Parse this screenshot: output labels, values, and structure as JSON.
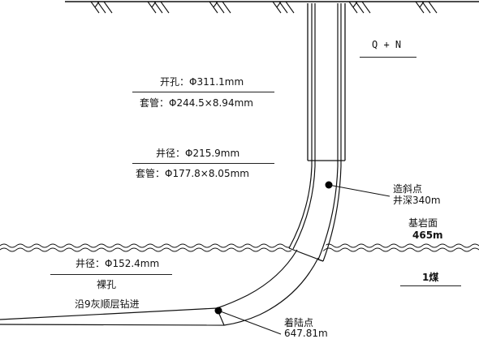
{
  "diagram": {
    "formation": {
      "top_unit": "Q + N",
      "bedrock_surface_label": "基岩面",
      "bedrock_surface_depth": "465m",
      "coal_seam": "1煤"
    },
    "section_1": {
      "hole_label": "开孔：Φ311.1mm",
      "casing_label": "套管：Φ244.5×8.94mm"
    },
    "section_2": {
      "bore_label": "井径：Φ215.9mm",
      "casing_label": "套管：Φ177.8×8.05mm"
    },
    "section_3": {
      "bore_label": "井径：Φ152.4mm",
      "completion_label": "裸孔",
      "drilling_label": "沿9灰顺层钻进"
    },
    "kickoff_point": {
      "name": "造斜点",
      "depth": "井深340m"
    },
    "landing_point": {
      "name": "着陆点",
      "depth": "647.81m"
    },
    "colors": {
      "line": "#111111",
      "marker": "#000000",
      "background": "#ffffff"
    }
  }
}
